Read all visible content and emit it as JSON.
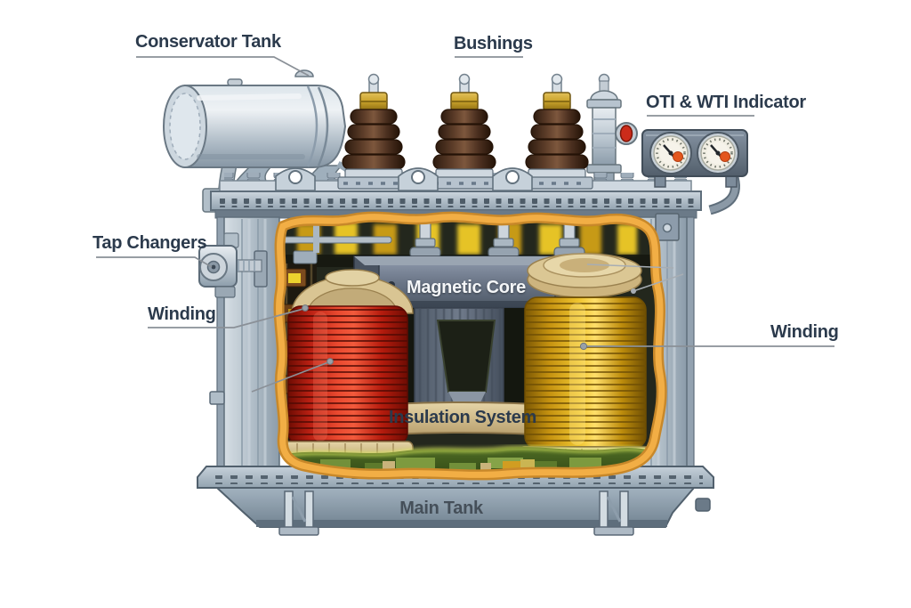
{
  "diagram": {
    "type": "labeled-illustration",
    "subject": "Power transformer cutaway diagram",
    "labels": {
      "conservator_tank": "Conservator Tank",
      "bushings": "Bushings",
      "oti_wti_indicator": "OTI & WTI Indicator",
      "tap_changers": "Tap Changers",
      "winding_left": "Winding",
      "winding_right": "Winding",
      "magnetic_core": "Magnetic Core",
      "insulation_system": "Insulation System",
      "main_tank": "Main Tank"
    },
    "colors": {
      "label_text": "#2b3a4c",
      "core_label_text": "#f4f6f8",
      "winding_red": "#d63420",
      "winding_gold": "#eec22b",
      "insulation_tan": "#d6c192",
      "cutaway_rim_orange": "#efa93e",
      "tank_metal": "#bac7d1",
      "oil_green": "#44601f",
      "bushing_brown": "#553823",
      "gauge_dial": "#f2efe4",
      "gauge_marker": "#e4571e"
    }
  }
}
